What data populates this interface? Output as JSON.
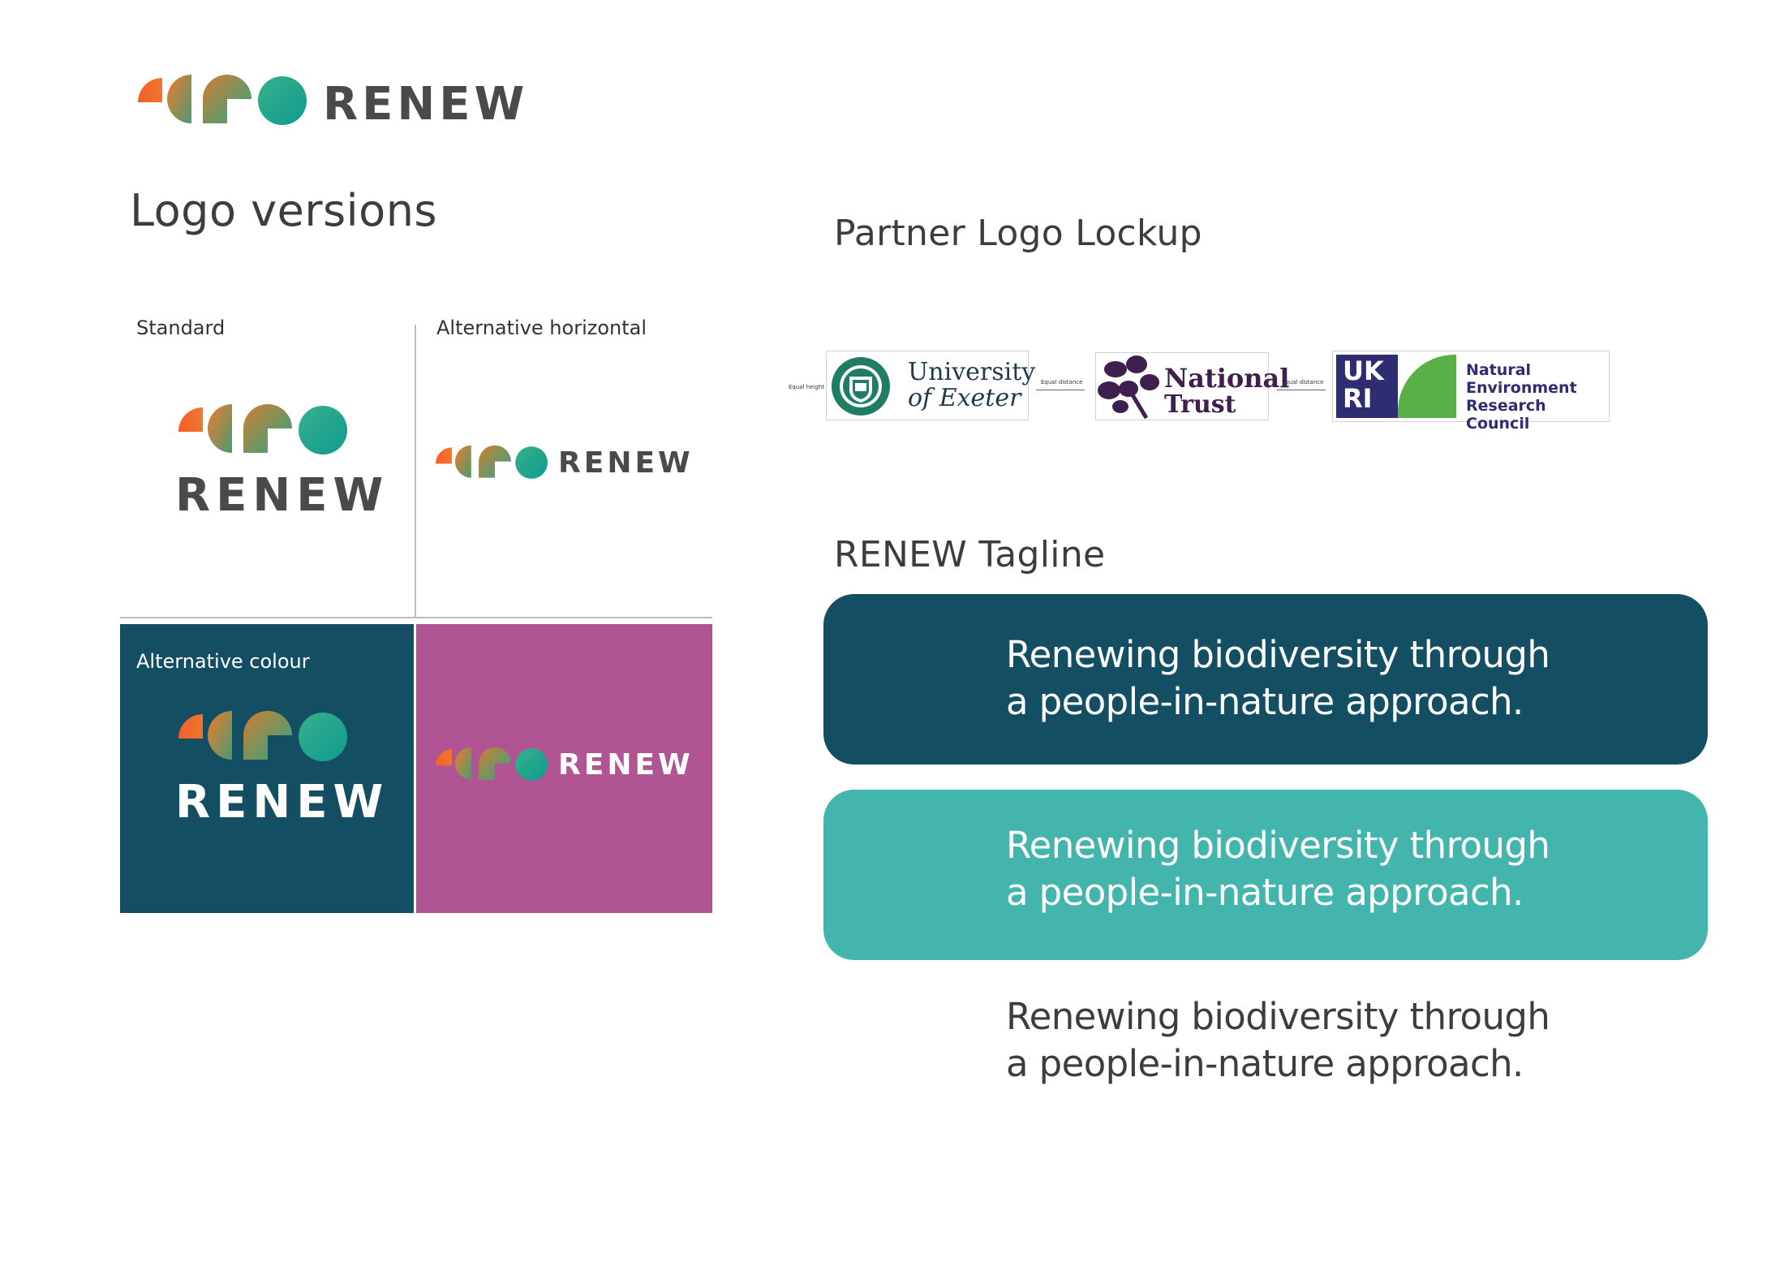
{
  "brand": {
    "name": "RENEW",
    "colors": {
      "orange_red": "#f25f2a",
      "orange": "#f0762d",
      "olive": "#9a8a3a",
      "teal": "#1fa58f",
      "teal_light": "#43b5ac",
      "navy_teal": "#134e63",
      "magenta": "#b05493",
      "wordmark_grey": "#4a4a4a"
    }
  },
  "sections": {
    "logo_versions": {
      "heading": "Logo versions",
      "variants": {
        "standard": "Standard",
        "alt_horizontal": "Alternative horizontal",
        "alt_colour": "Alternative colour"
      }
    },
    "partner_lockup": {
      "heading": "Partner Logo Lockup",
      "equal_height": "Equal height",
      "equal_distance": "Equal distance",
      "partners": {
        "exeter": {
          "line1": "University",
          "line2": "of Exeter",
          "seal_color": "#1e7d63"
        },
        "national_trust": {
          "line1": "National",
          "line2": "Trust",
          "color": "#3f1f4e"
        },
        "ukri": {
          "mark_top": "UK",
          "mark_bottom": "RI",
          "line1": "Natural",
          "line2": "Environment",
          "line3": "Research Council",
          "navy": "#2e2d72",
          "green": "#5aaf48"
        }
      }
    },
    "tagline": {
      "heading": "RENEW Tagline",
      "line1": "Renewing biodiversity through",
      "line2": "a people-in-nature approach.",
      "dark_bg": "#134e63",
      "light_bg": "#43b5ac",
      "plain_text_color": "#3d3d3d"
    }
  }
}
